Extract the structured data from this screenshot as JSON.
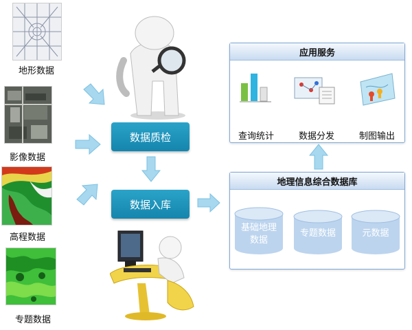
{
  "inputs": [
    {
      "label": "地形数据"
    },
    {
      "label": "影像数据"
    },
    {
      "label": "高程数据"
    },
    {
      "label": "专题数据"
    }
  ],
  "steps": {
    "quality_check": "数据质检",
    "storage": "数据入库"
  },
  "services_panel": {
    "title": "应用服务",
    "items": [
      "查询统计",
      "数据分发",
      "制图输出"
    ]
  },
  "database_panel": {
    "title": "地理信息综合数据库",
    "cylinders": [
      "基础地理数据",
      "专题数据",
      "元数据"
    ]
  },
  "colors": {
    "step_fill": "#1e94bd",
    "arrow": "#9fd3ec",
    "panel_border": "#7fa8d6",
    "cylinder": "#b9d2ee"
  }
}
